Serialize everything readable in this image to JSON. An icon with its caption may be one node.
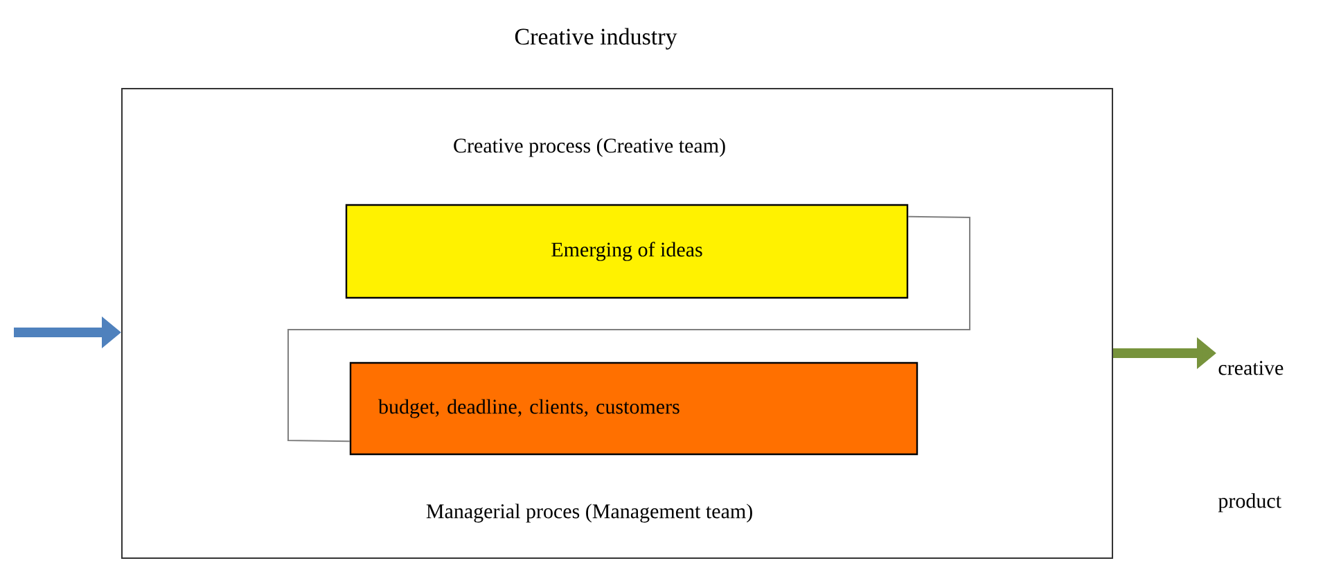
{
  "diagram": {
    "title": "Creative industry",
    "nodes": [
      {
        "text": [
          "Creative process (Creative team)",
          "Managerial proces (Management team)"
        ]
      },
      {
        "text": [
          "Emerging of ideas"
        ],
        "in": 0
      },
      {
        "text": [
          "budget, deadline, clients, customers"
        ],
        "in": 0
      },
      {
        "text": [
          "creative product"
        ]
      }
    ],
    "edges": [
      {
        "from": null,
        "to": 0,
        "arrow": "to",
        "color": "#4f81bd"
      },
      {
        "from": 1,
        "to": 2,
        "arrow": "none"
      },
      {
        "from": 0,
        "to": 3,
        "arrow": "to",
        "color": "#77933c"
      }
    ]
  }
}
